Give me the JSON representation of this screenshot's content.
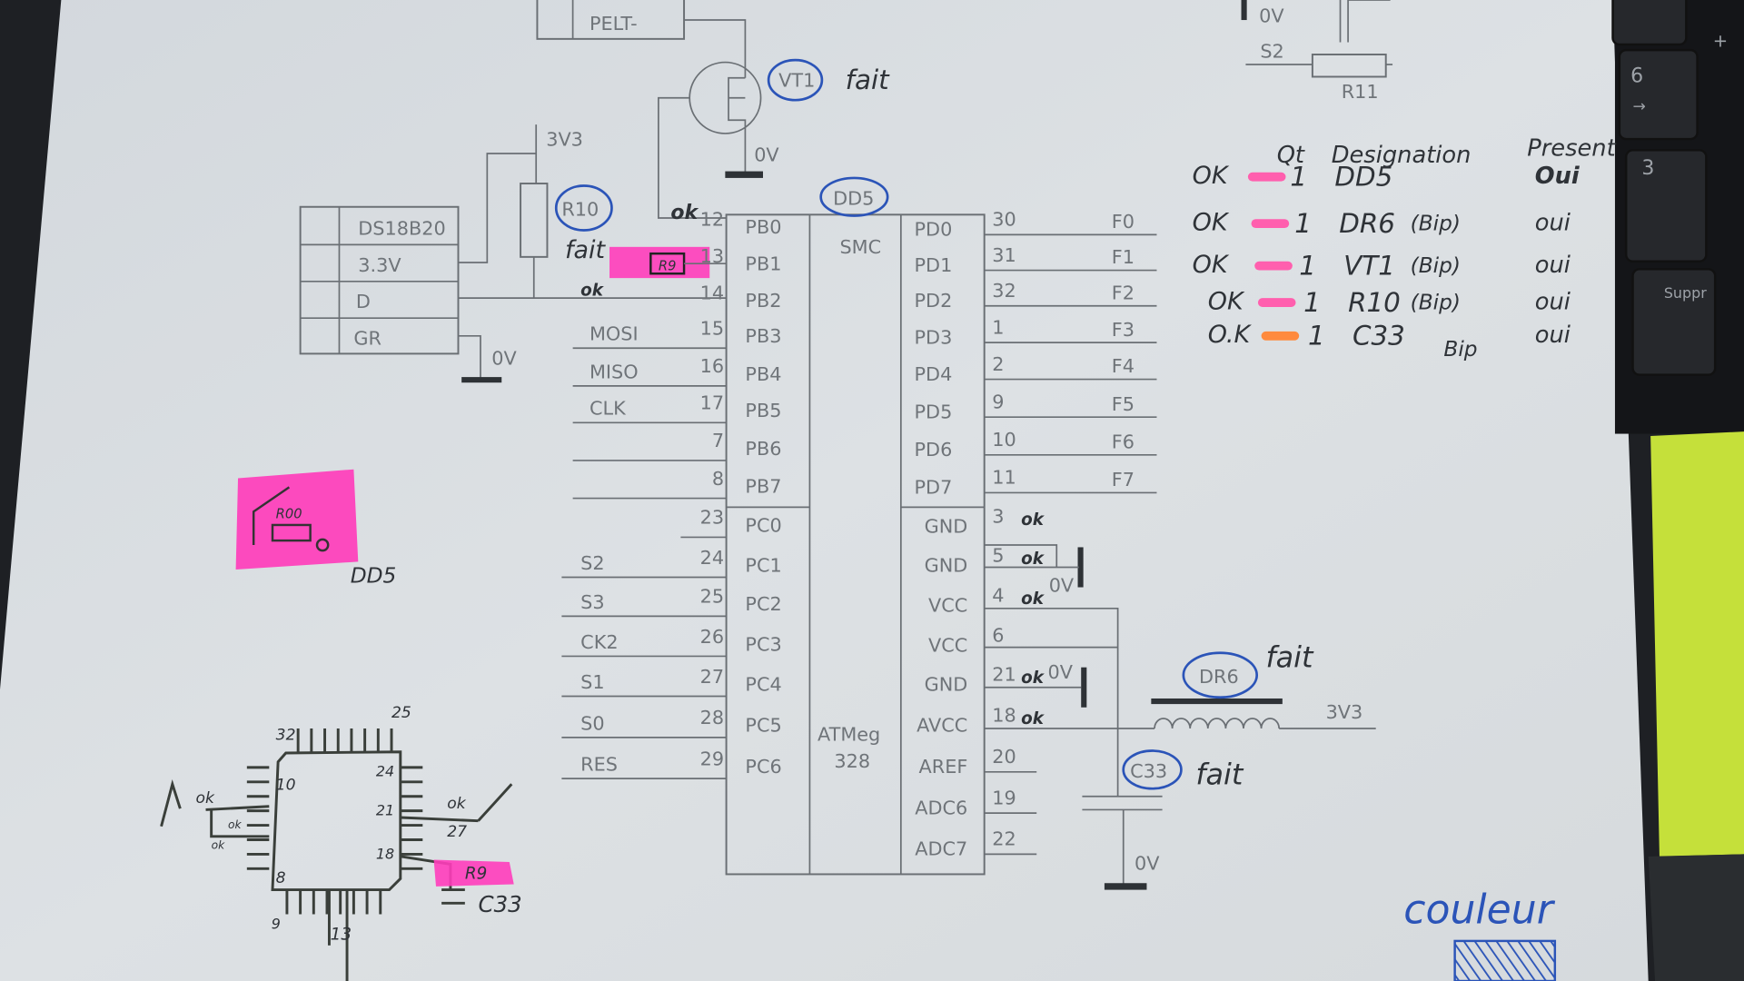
{
  "schematic": {
    "pelt_label": "PELT-",
    "vt1": "VT1",
    "vt1_note": "fait",
    "mosfet_gnd": "0V",
    "rail_3v3_top": "3V3",
    "sensor": {
      "rows": [
        "DS18B20",
        "3.3V",
        "D",
        "GR"
      ],
      "gnd": "0V"
    },
    "r10": "R10",
    "r10_note": "fait",
    "r9": "R9",
    "ok_marks": [
      "ok",
      "ok"
    ],
    "chip": {
      "ref": "DD5",
      "smc": "SMC",
      "name_line1": "ATMeg",
      "name_line2": "328",
      "left_pins": [
        {
          "pin": "12",
          "name": "PB0",
          "signal": ""
        },
        {
          "pin": "13",
          "name": "PB1",
          "signal": ""
        },
        {
          "pin": "14",
          "name": "PB2",
          "signal": ""
        },
        {
          "pin": "15",
          "name": "PB3",
          "signal": "MOSI"
        },
        {
          "pin": "16",
          "name": "PB4",
          "signal": "MISO"
        },
        {
          "pin": "17",
          "name": "PB5",
          "signal": "CLK"
        },
        {
          "pin": "7",
          "name": "PB6",
          "signal": ""
        },
        {
          "pin": "8",
          "name": "PB7",
          "signal": ""
        },
        {
          "pin": "23",
          "name": "PC0",
          "signal": ""
        },
        {
          "pin": "24",
          "name": "PC1",
          "signal": "S2"
        },
        {
          "pin": "25",
          "name": "PC2",
          "signal": "S3"
        },
        {
          "pin": "26",
          "name": "PC3",
          "signal": "CK2"
        },
        {
          "pin": "27",
          "name": "PC4",
          "signal": "S1"
        },
        {
          "pin": "28",
          "name": "PC5",
          "signal": "S0"
        },
        {
          "pin": "29",
          "name": "PC6",
          "signal": "RES"
        }
      ],
      "right_pins": [
        {
          "pin": "30",
          "name": "PD0",
          "signal": "F0"
        },
        {
          "pin": "31",
          "name": "PD1",
          "signal": "F1"
        },
        {
          "pin": "32",
          "name": "PD2",
          "signal": "F2"
        },
        {
          "pin": "1",
          "name": "PD3",
          "signal": "F3"
        },
        {
          "pin": "2",
          "name": "PD4",
          "signal": "F4"
        },
        {
          "pin": "9",
          "name": "PD5",
          "signal": "F5"
        },
        {
          "pin": "10",
          "name": "PD6",
          "signal": "F6"
        },
        {
          "pin": "11",
          "name": "PD7",
          "signal": "F7"
        },
        {
          "pin": "3",
          "name": "GND",
          "signal": "ok"
        },
        {
          "pin": "5",
          "name": "GND",
          "signal": "ok"
        },
        {
          "pin": "4",
          "name": "VCC",
          "signal": "ok"
        },
        {
          "pin": "6",
          "name": "VCC",
          "signal": ""
        },
        {
          "pin": "21",
          "name": "GND",
          "signal": "ok"
        },
        {
          "pin": "18",
          "name": "AVCC",
          "signal": "ok"
        },
        {
          "pin": "20",
          "name": "AREF",
          "signal": ""
        },
        {
          "pin": "19",
          "name": "ADC6",
          "signal": ""
        },
        {
          "pin": "22",
          "name": "ADC7",
          "signal": ""
        }
      ],
      "gnd_labels": [
        "0V",
        "0V"
      ]
    },
    "dr6": "DR6",
    "dr6_note": "fait",
    "rail_3v3_right": "3V3",
    "c33": "C33",
    "c33_note": "fait",
    "c33_gnd": "0V",
    "top_right": {
      "gnd": "0V",
      "net": "S2",
      "resistor": "R11"
    }
  },
  "checklist": {
    "headers": [
      "Qt",
      "Designation",
      "Present"
    ],
    "rows": [
      {
        "status": "OK",
        "qty": "1",
        "designation": "DD5",
        "note": "",
        "present": "Oui",
        "color": "#ff5fae"
      },
      {
        "status": "OK",
        "qty": "1",
        "designation": "DR6",
        "note": "(Bip)",
        "present": "oui",
        "color": "#ff5fae"
      },
      {
        "status": "OK",
        "qty": "1",
        "designation": "VT1",
        "note": "(Bip)",
        "present": "oui",
        "color": "#ff5fae"
      },
      {
        "status": "OK",
        "qty": "1",
        "designation": "R10",
        "note": "(Bip)",
        "present": "oui",
        "color": "#ff5fae"
      },
      {
        "status": "O.K",
        "qty": "1",
        "designation": "C33",
        "note": "Bip",
        "present": "oui",
        "color": "#ff8a3d"
      }
    ]
  },
  "sketches": {
    "highlight_r": "R00",
    "highlight_ref": "DD5",
    "qfp_pins": [
      "32",
      "25",
      "10",
      "24",
      "21",
      "18",
      "8",
      "9",
      "13",
      "27"
    ],
    "qfp_ok": [
      "ok",
      "ok",
      "ok",
      "ok"
    ],
    "qfp_r9": "R9",
    "qfp_c33": "C33",
    "couleur": "couleur"
  },
  "keyboard": {
    "keys": [
      "6",
      "→",
      "3",
      "Suppr",
      "+"
    ]
  },
  "colors": {
    "paper": "#d9dde1",
    "highlighter_pink": "#ff3dbb",
    "ink_blue": "#2b54b8",
    "sticky_note": "#c5e03a"
  }
}
